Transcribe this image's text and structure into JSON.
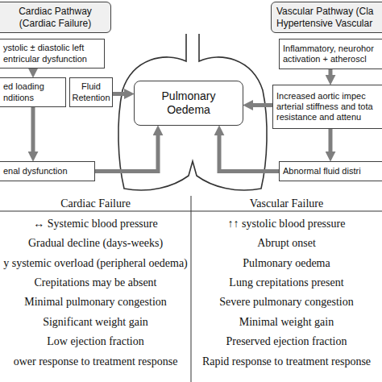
{
  "diagram": {
    "nodes": [
      {
        "text": [
          "Cardiac Pathway (Cardiac Failure)"
        ]
      },
      {
        "text": [
          "ystolic ± diastolic left entricular dysfunction"
        ]
      },
      {
        "text": [
          "ed loading nditions"
        ]
      },
      {
        "text": [
          "Fluid Retention"
        ]
      },
      {
        "text": [
          "enal dysfunction"
        ]
      },
      {
        "text": [
          "Pulmonary Oedema"
        ]
      },
      {
        "text": [
          "Vascular Pathway (Cla Hypertensive Vascular"
        ]
      },
      {
        "text": [
          "Inflammatory, neurohor activation + atheroscl"
        ]
      },
      {
        "text": [
          "Increased aortic impec arterial stiffness and tota resistance and attenu"
        ]
      },
      {
        "text": [
          "Abnormal fluid distri"
        ]
      }
    ],
    "edges": [
      {
        "from": 1,
        "to": 2,
        "arrow": "to"
      },
      {
        "from": 2,
        "to": 4,
        "arrow": "to"
      },
      {
        "from": 3,
        "to": 5,
        "arrow": "to"
      },
      {
        "from": 4,
        "to": 5,
        "arrow": "to"
      },
      {
        "from": 7,
        "to": 8,
        "arrow": "to"
      },
      {
        "from": 8,
        "to": 5,
        "arrow": "to"
      },
      {
        "from": 8,
        "to": 9,
        "arrow": "to"
      },
      {
        "from": 9,
        "to": 5,
        "arrow": "to"
      }
    ],
    "labels": [
      "Cardiac Failure",
      "Vascular Failure",
      "↔ Systemic blood pressure",
      "↑↑ systolic blood pressure",
      "Gradual decline (days-weeks)",
      "Abrupt onset",
      "y systemic overload (peripheral oedema)",
      "Pulmonary oedema",
      "Crepitations may be absent",
      "Lung crepitations present",
      "Minimal pulmonary congestion",
      "Severe pulmonary congestion",
      "Significant weight gain",
      "Minimal weight gain",
      "Low ejection fraction",
      "Preserved ejection fraction",
      "ower response to treatment response",
      "Rapid response to treatment response"
    ]
  }
}
